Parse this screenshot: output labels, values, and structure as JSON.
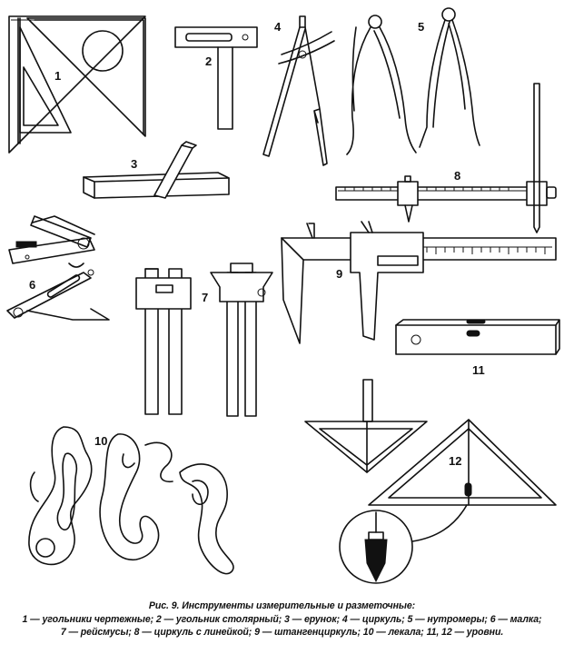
{
  "labels": {
    "n1": "1",
    "n2": "2",
    "n3": "3",
    "n4": "4",
    "n5": "5",
    "n6": "6",
    "n7": "7",
    "n8": "8",
    "n9": "9",
    "n10": "10",
    "n11": "11",
    "n12": "12"
  },
  "caption": {
    "title": "Рис. 9. Инструменты измерительные и разметочные:",
    "line2": "1 — угольники чертежные; 2 — угольник столярный; 3 — ерунок; 4 — циркуль; 5 — нутромеры; 6 — малка;",
    "line3": "7 — рейсмусы; 8 — циркуль с линейкой; 9 — штангенциркуль; 10 — лекала; 11, 12 — уровни."
  }
}
